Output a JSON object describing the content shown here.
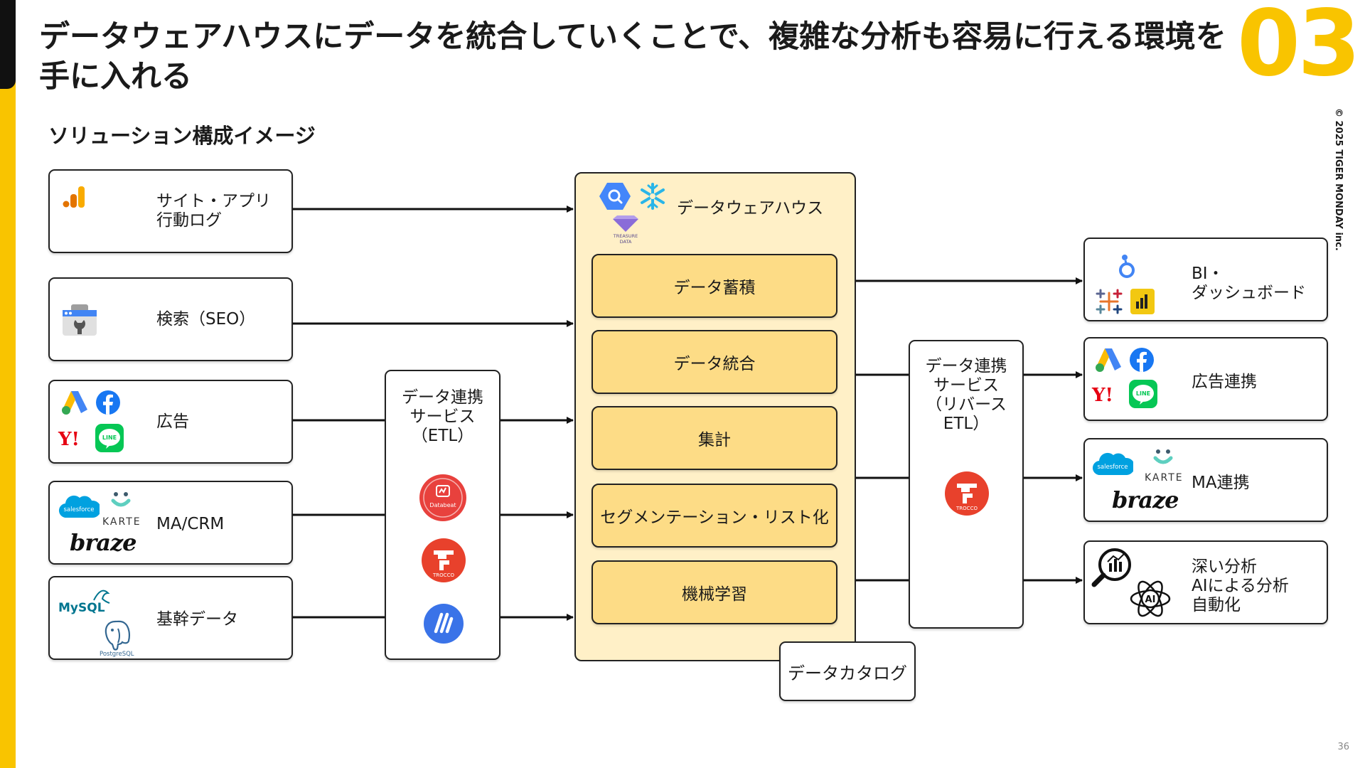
{
  "header": {
    "title": "データウェアハウスにデータを統合していくことで、複雑な分析も容易に行える環境を手に入れる",
    "section_number": "03",
    "copyright": "© 2025 TIGER MONDAY inc.",
    "page_number": "36"
  },
  "subtitle": "ソリューション構成イメージ",
  "sources": [
    {
      "label": "サイト・アプリ\n行動ログ",
      "icons": [
        "google-analytics-icon"
      ]
    },
    {
      "label": "検索（SEO）",
      "icons": [
        "google-search-console-icon"
      ]
    },
    {
      "label": "広告",
      "icons": [
        "google-ads-icon",
        "facebook-icon",
        "yahoo-icon",
        "line-icon"
      ]
    },
    {
      "label": "MA/CRM",
      "icons": [
        "salesforce-icon",
        "karte-icon",
        "braze-logo"
      ],
      "brand_text": {
        "salesforce": "salesforce",
        "karte": "KARTE",
        "braze": "braze"
      }
    },
    {
      "label": "基幹データ",
      "icons": [
        "mysql-icon",
        "postgresql-icon"
      ],
      "brand_text": {
        "mysql": "MySQL",
        "postgresql": "PostgreSQL"
      }
    }
  ],
  "etl": {
    "label": "データ連携\nサービス\n（ETL）",
    "tools": [
      {
        "name": "databeat-icon",
        "text": "Databeat"
      },
      {
        "name": "trocco-icon",
        "text": "TROCCO"
      },
      {
        "name": "stitch-icon",
        "text": ""
      }
    ]
  },
  "dwh": {
    "label": "データウェアハウス",
    "logos": [
      "bigquery-icon",
      "snowflake-icon",
      "treasure-data-icon"
    ],
    "treasure_text": "TREASURE\nDATA",
    "functions": [
      "データ蓄積",
      "データ統合",
      "集計",
      "セグメンテーション・リスト化",
      "機械学習"
    ]
  },
  "catalog": {
    "label": "データカタログ"
  },
  "reverse_etl": {
    "label": "データ連携\nサービス\n（リバース\nETL）",
    "tools": [
      {
        "name": "trocco-icon",
        "text": "TROCCO"
      }
    ]
  },
  "outputs": [
    {
      "label": "BI・\nダッシュボード",
      "icons": [
        "looker-studio-icon",
        "tableau-icon",
        "power-bi-icon"
      ]
    },
    {
      "label": "広告連携",
      "icons": [
        "google-ads-icon",
        "facebook-icon",
        "yahoo-icon",
        "line-icon"
      ]
    },
    {
      "label": "MA連携",
      "icons": [
        "salesforce-icon",
        "karte-icon",
        "braze-logo"
      ],
      "brand_text": {
        "salesforce": "salesforce",
        "karte": "KARTE",
        "braze": "braze"
      }
    },
    {
      "label": "深い分析\nAIによる分析\n自動化",
      "icons": [
        "analytics-search-icon",
        "ai-icon"
      ]
    }
  ],
  "icon_text": {
    "yahoo": "Y!",
    "line": "LINE",
    "ai": "AI"
  },
  "colors": {
    "accent": "#F9C400",
    "dwh_bg": "#FFF0C7",
    "dwh_func": "#FDDC86",
    "trocco": "#E8412C"
  }
}
